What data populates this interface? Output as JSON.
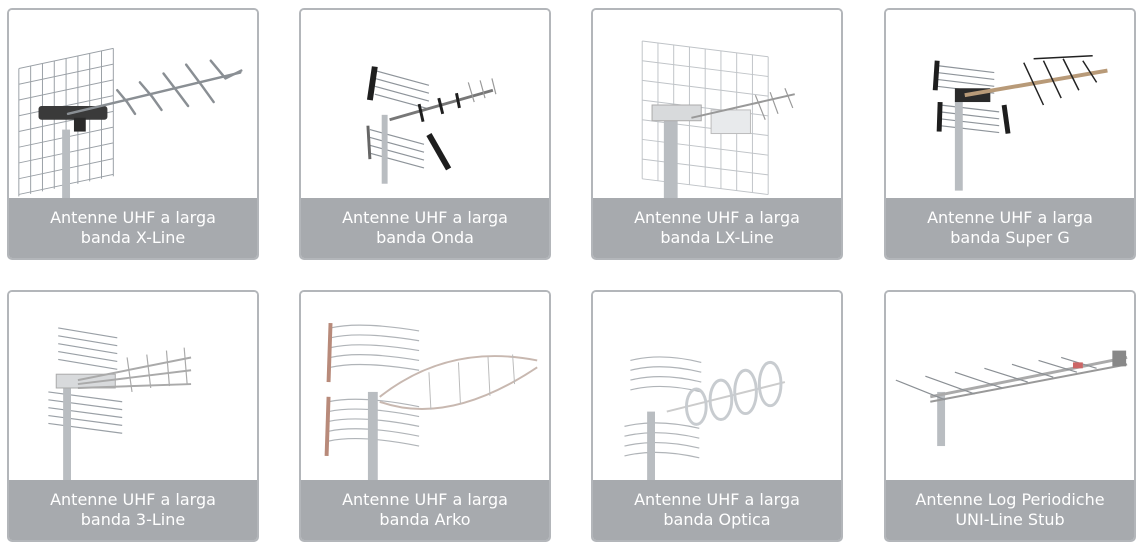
{
  "products": [
    {
      "line1": "Antenne UHF a larga",
      "line2": "banda X-Line"
    },
    {
      "line1": "Antenne UHF a larga",
      "line2": "banda Onda"
    },
    {
      "line1": "Antenne UHF a larga",
      "line2": "banda LX-Line"
    },
    {
      "line1": "Antenne UHF a larga",
      "line2": "banda Super G"
    },
    {
      "line1": "Antenne UHF a larga",
      "line2": "banda 3-Line"
    },
    {
      "line1": "Antenne UHF a larga",
      "line2": "banda Arko"
    },
    {
      "line1": "Antenne UHF a larga",
      "line2": "banda Optica"
    },
    {
      "line1": "Antenne Log Periodiche",
      "line2": "UNI-Line Stub"
    }
  ],
  "colors": {
    "caption_bg": "#a7aaae",
    "border": "#b3b6ba",
    "caption_text": "#ffffff"
  }
}
